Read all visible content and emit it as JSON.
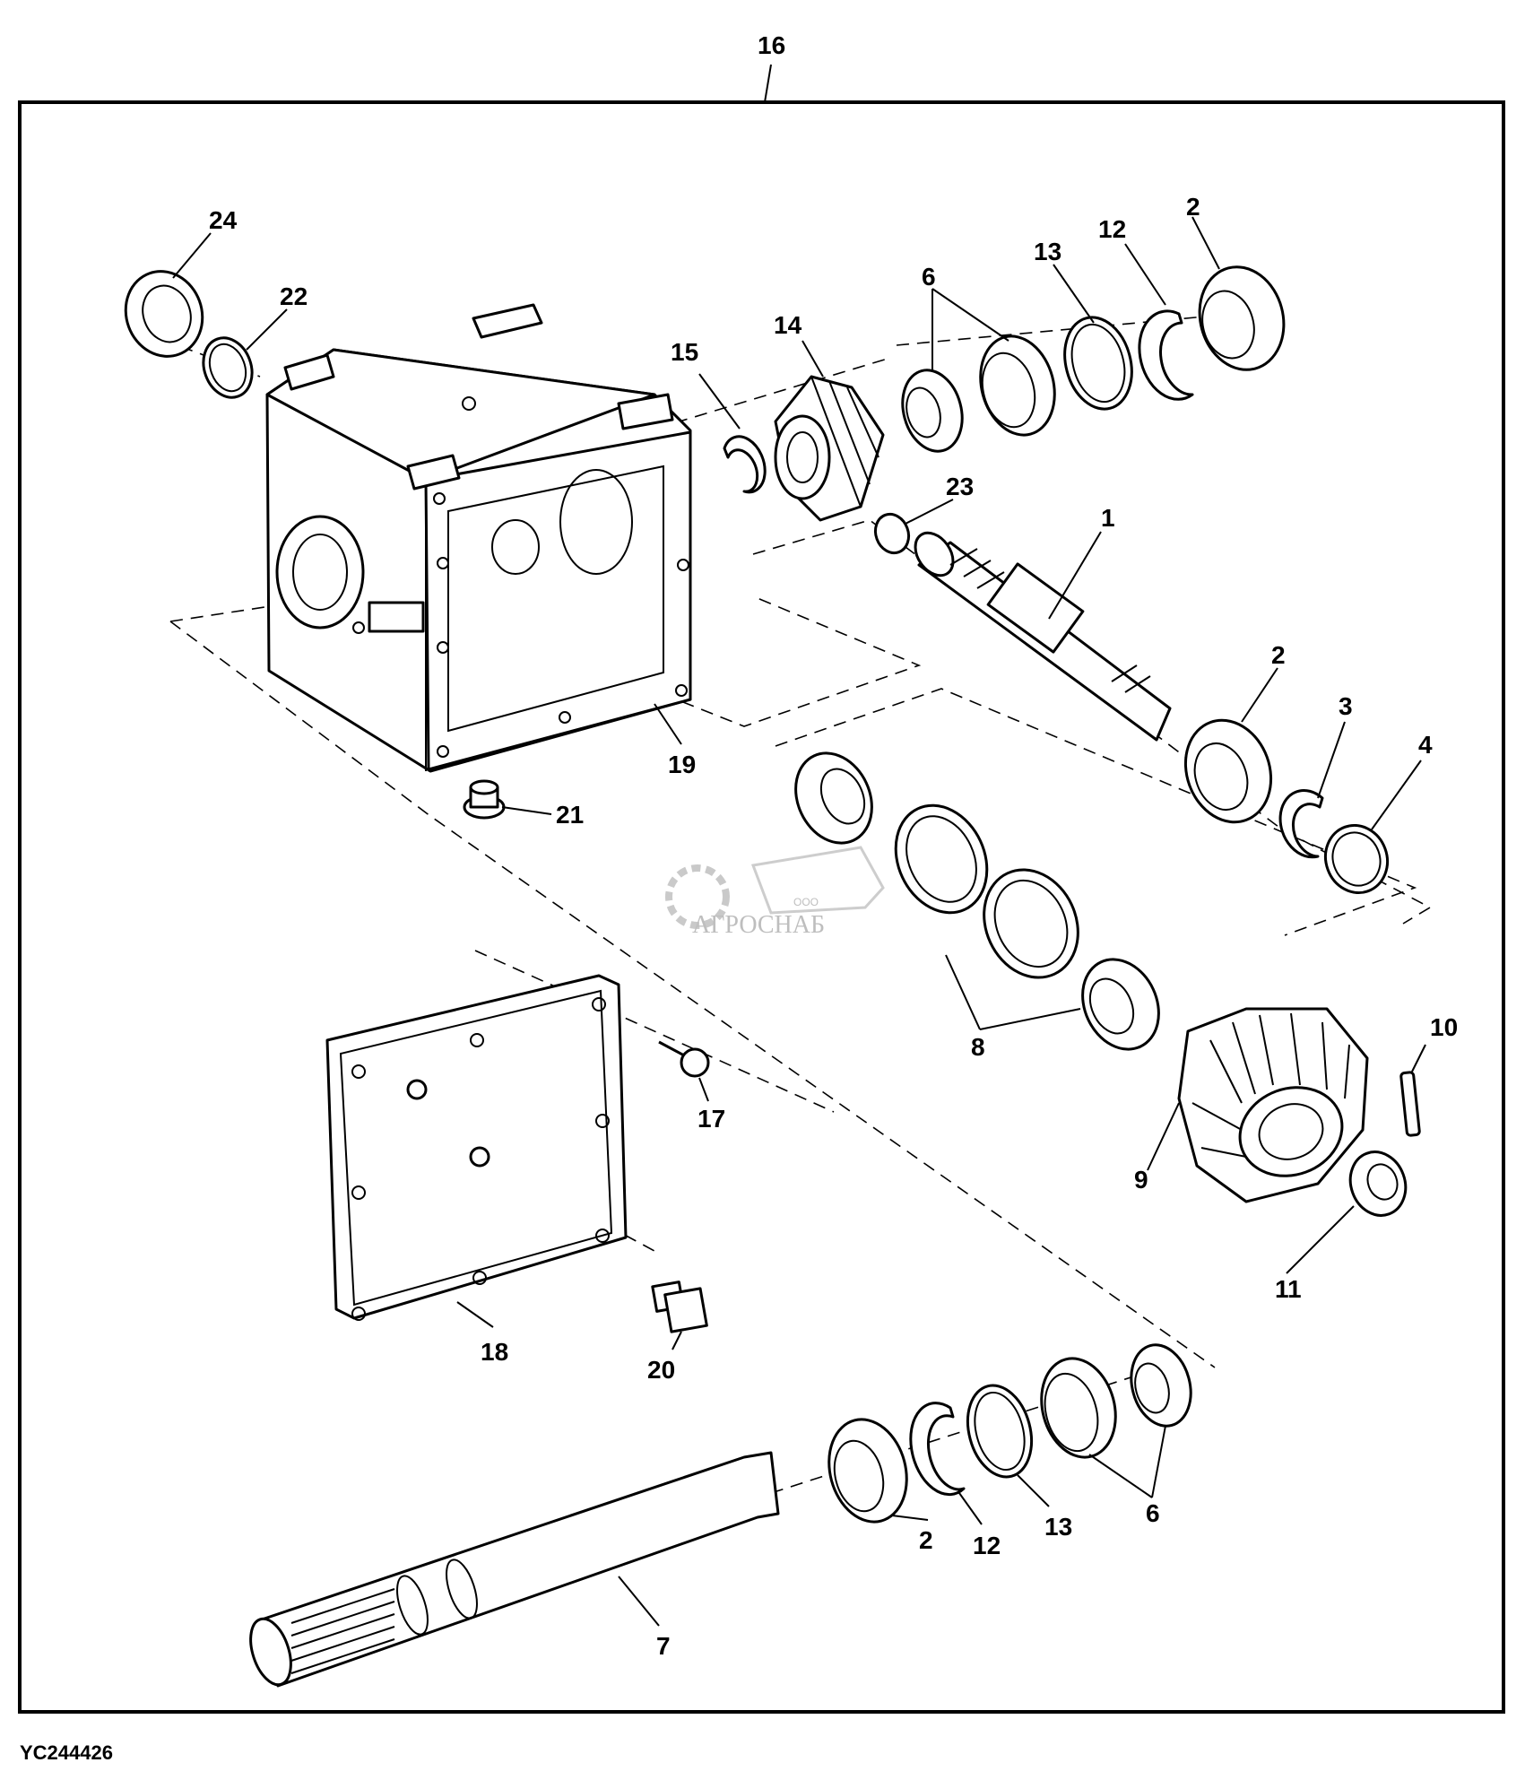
{
  "diagram": {
    "assembly_callout": "16",
    "figure_code": "YC244426",
    "watermark": {
      "prefix": "ООО",
      "name": "АГРОСНАБ"
    },
    "callouts": {
      "c24": "24",
      "c22": "22",
      "c15": "15",
      "c14": "14",
      "c6a": "6",
      "c13a": "13",
      "c12a": "12",
      "c2a": "2",
      "c23": "23",
      "c1": "1",
      "c19": "19",
      "c21": "21",
      "c2b": "2",
      "c3": "3",
      "c4": "4",
      "c8": "8",
      "c10": "10",
      "c17": "17",
      "c9": "9",
      "c11": "11",
      "c18": "18",
      "c20": "20",
      "c2c": "2",
      "c12b": "12",
      "c13b": "13",
      "c6b": "6",
      "c7": "7"
    }
  }
}
